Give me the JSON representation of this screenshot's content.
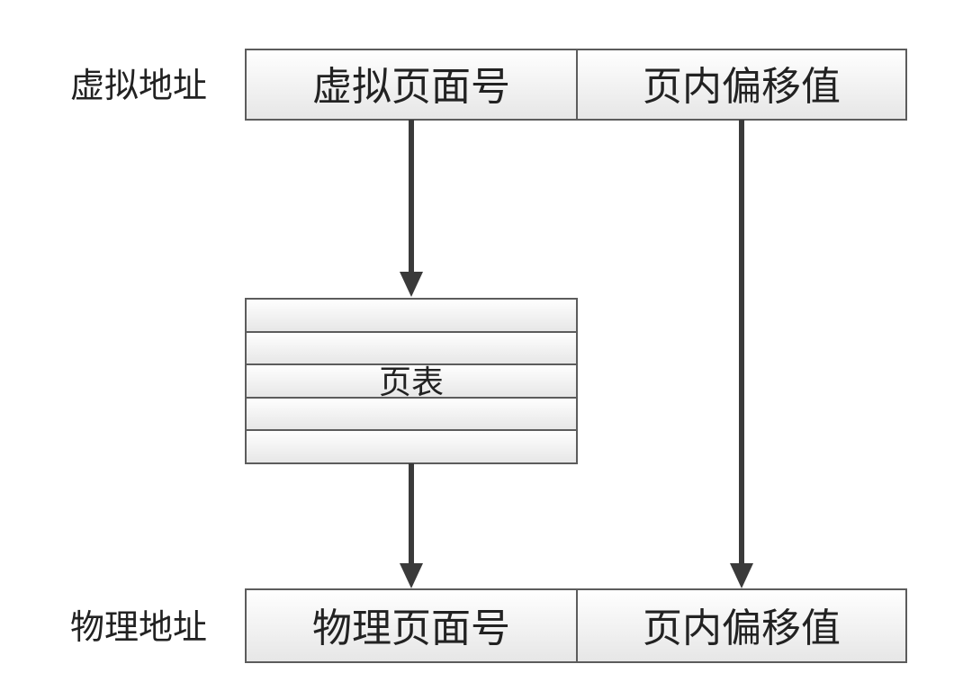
{
  "virtual_address": {
    "label": "虚拟地址",
    "fields": [
      "虚拟页面号",
      "页内偏移值"
    ]
  },
  "page_table": {
    "label": "页表",
    "row_count": 5
  },
  "physical_address": {
    "label": "物理地址",
    "fields": [
      "物理页面号",
      "页内偏移值"
    ]
  },
  "colors": {
    "box_fill_top": "#ffffff",
    "box_fill_bottom": "#e9e9e9",
    "box_stroke": "#5c5c5c",
    "arrow": "#3a3a3a",
    "text": "#222222"
  }
}
